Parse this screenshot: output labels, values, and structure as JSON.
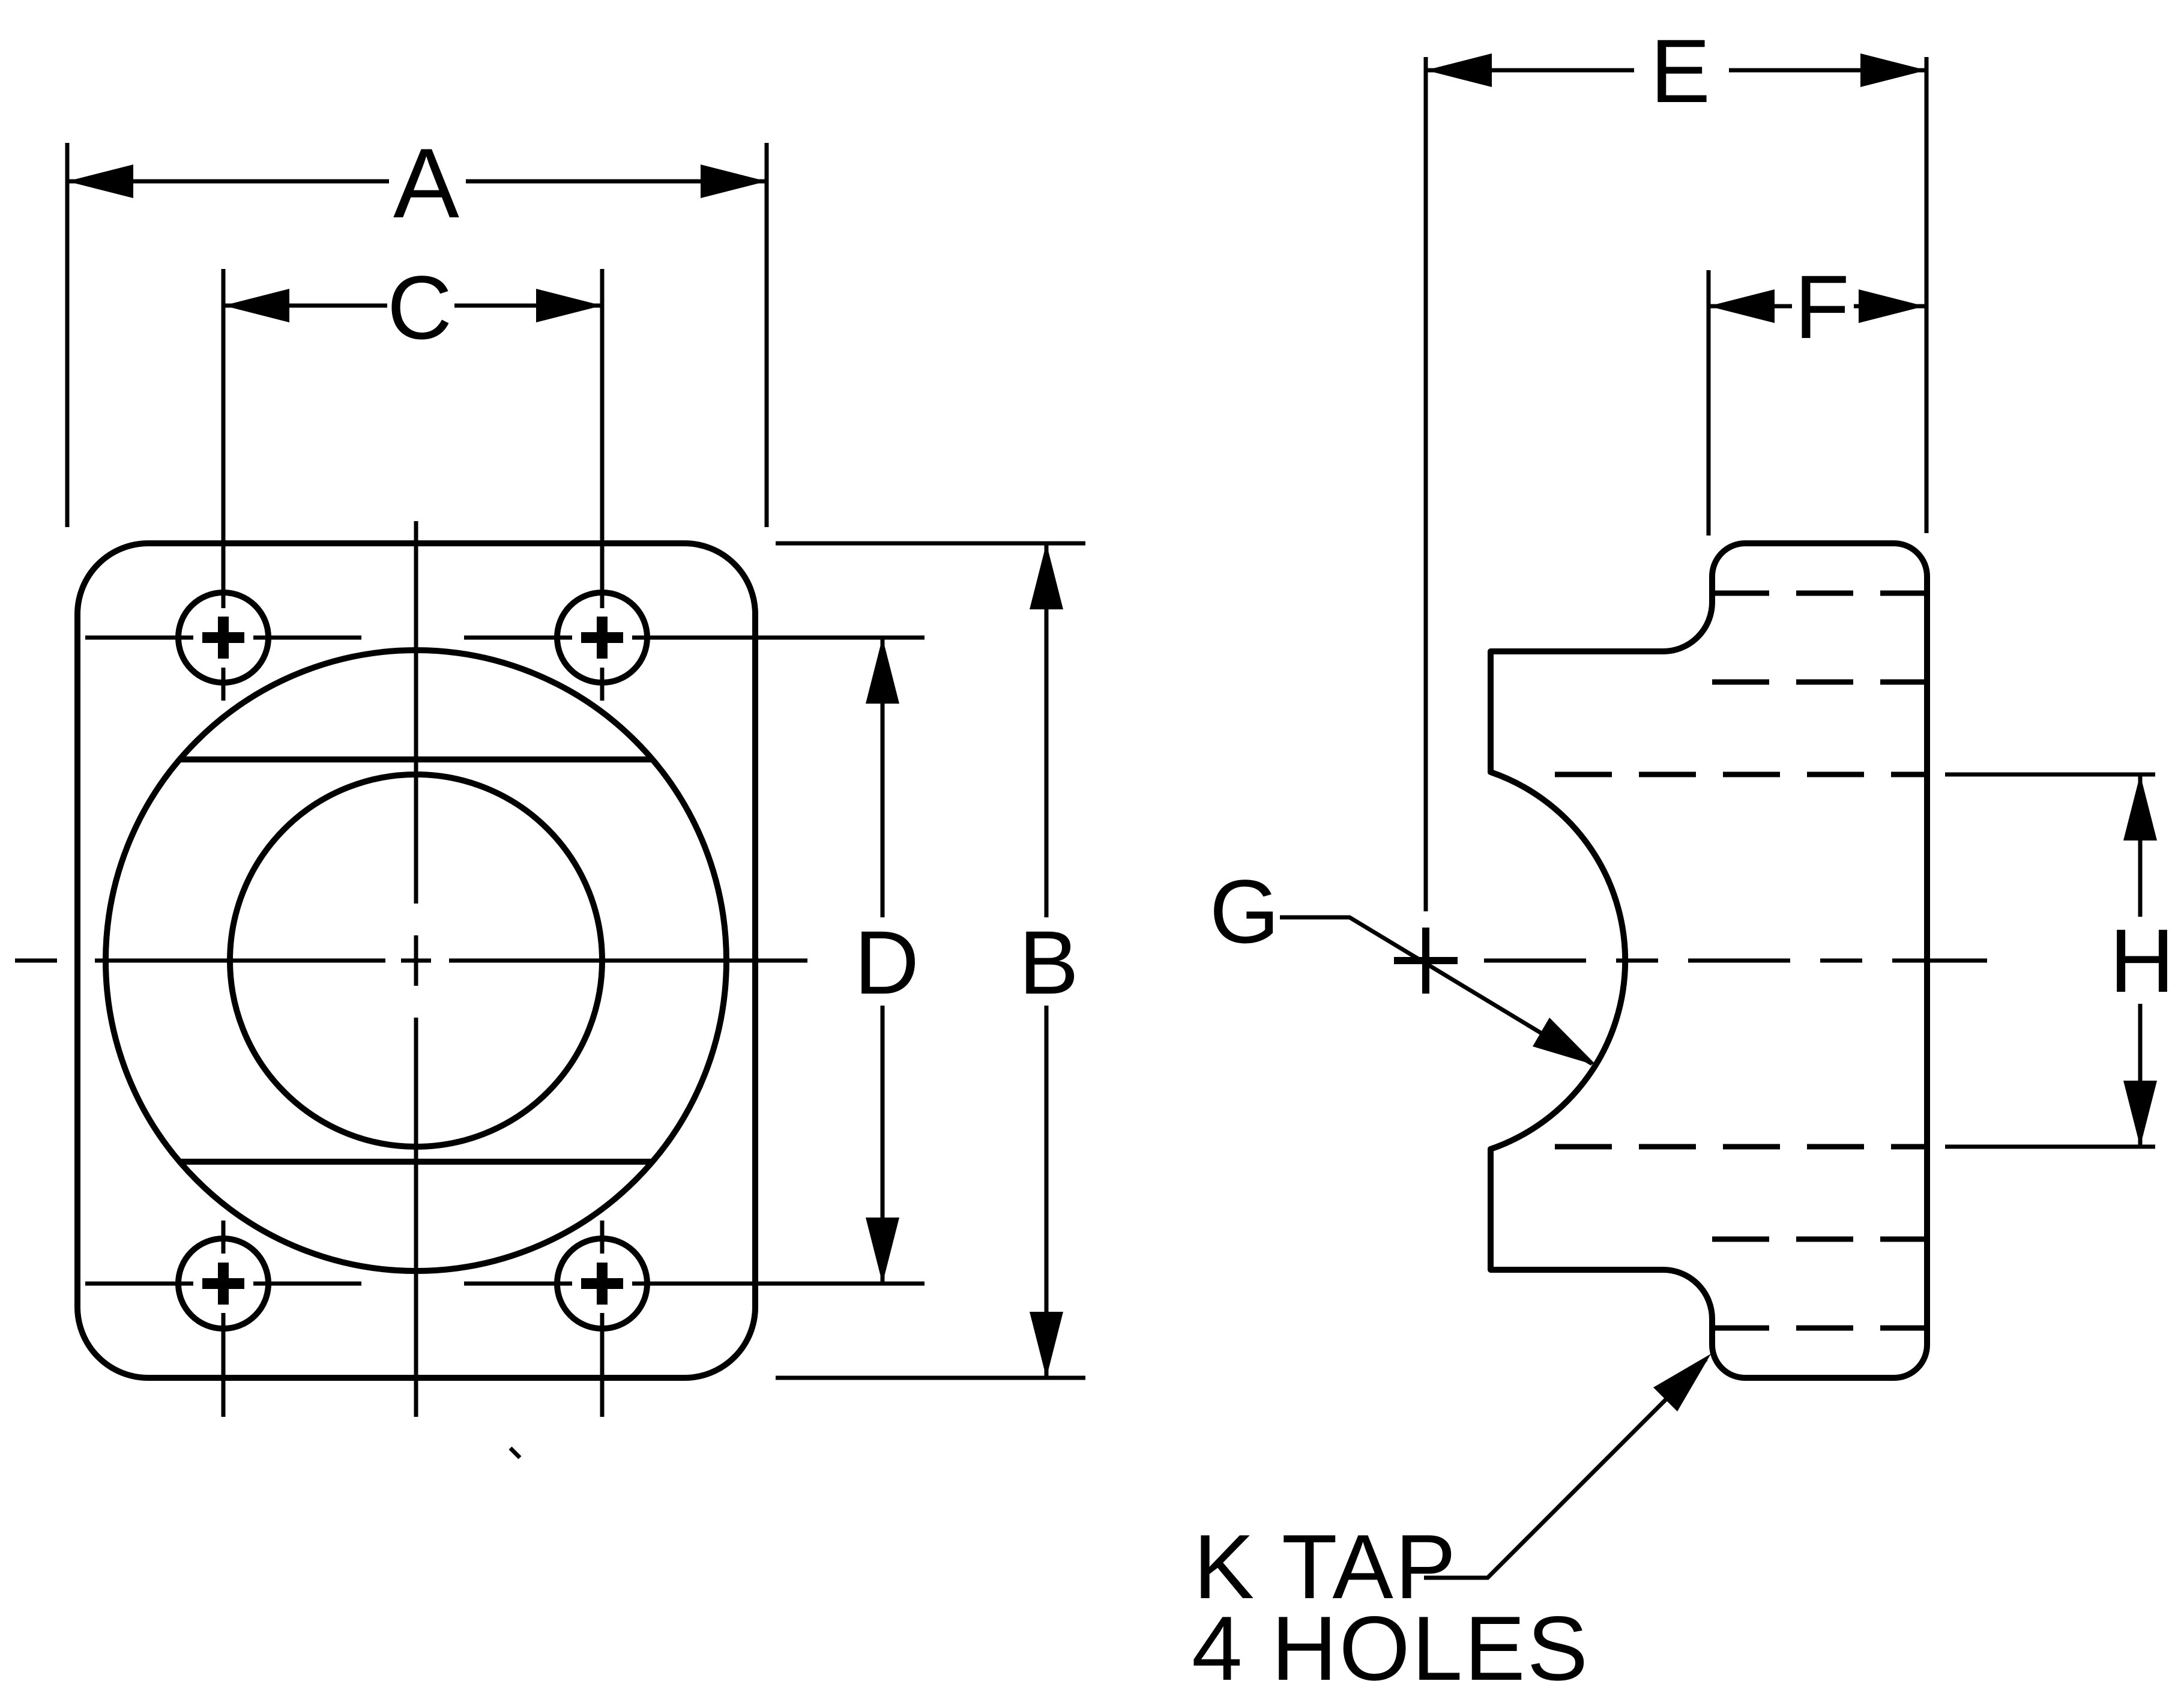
{
  "colors": {
    "background": "#ffffff",
    "line": "#000000"
  },
  "dimension_labels": {
    "a": "A",
    "b": "B",
    "c": "C",
    "d": "D",
    "e": "E",
    "f": "F",
    "g": "G",
    "h": "H"
  },
  "note": {
    "line1": "K TAP",
    "line2": "4 HOLES"
  }
}
